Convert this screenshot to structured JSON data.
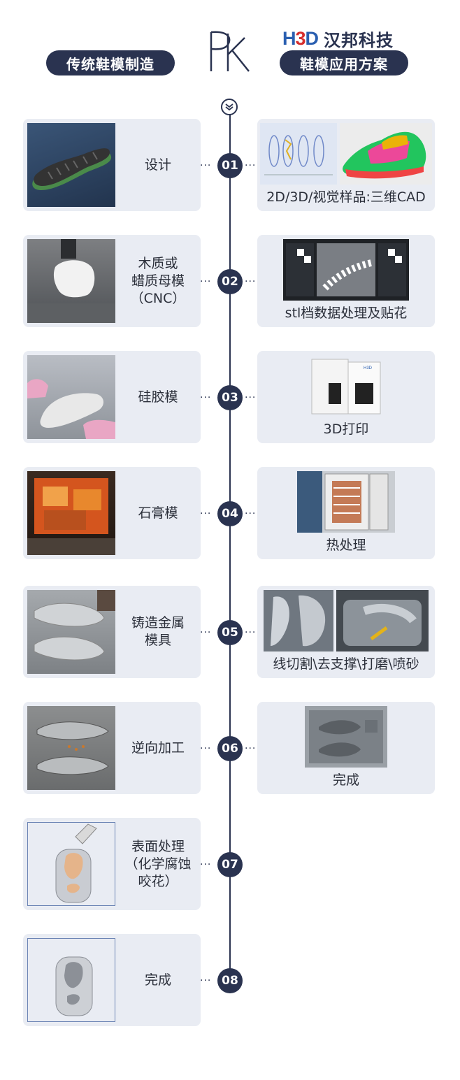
{
  "header": {
    "left_title": "传统鞋模制造",
    "vs_mark": "PK",
    "brand_logo": {
      "h": "H",
      "three": "3",
      "d": "D"
    },
    "brand_name": "汉邦科技",
    "right_title": "鞋模应用方案"
  },
  "colors": {
    "navy": "#2a3350",
    "card": "#e9ecf3",
    "brand_blue": "#2a5fb0",
    "brand_red": "#d62e2e"
  },
  "steps": [
    {
      "num": "01",
      "left": "设计",
      "right": "2D/3D/视觉样品:三维CAD"
    },
    {
      "num": "02",
      "left": "木质或\n蜡质母模\n（CNC）",
      "right": "stl档数据处理及贴花"
    },
    {
      "num": "03",
      "left": "硅胶模",
      "right": "3D打印"
    },
    {
      "num": "04",
      "left": "石膏模",
      "right": "热处理"
    },
    {
      "num": "05",
      "left": "铸造金属\n模具",
      "right": "线切割\\去支撑\\打磨\\喷砂"
    },
    {
      "num": "06",
      "left": "逆向加工",
      "right": "完成"
    },
    {
      "num": "07",
      "left": "表面处理\n（化学腐蚀\n咬花）"
    },
    {
      "num": "08",
      "left": "完成"
    }
  ]
}
